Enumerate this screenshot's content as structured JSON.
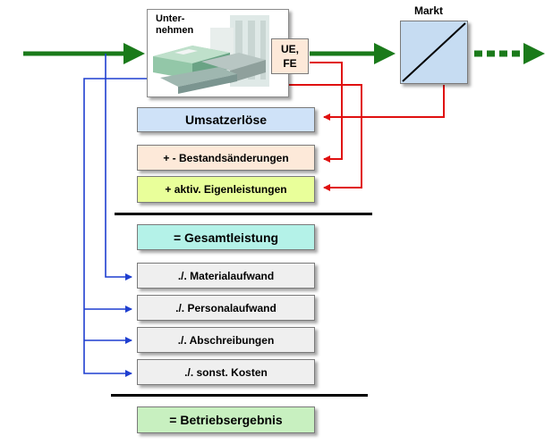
{
  "company": {
    "label_line1": "Unter-",
    "label_line2": "nehmen",
    "uefe_line1": "UE,",
    "uefe_line2": "FE"
  },
  "market": {
    "label": "Markt"
  },
  "rows": {
    "umsatzerloese": "Umsatzerlöse",
    "bestand": "+ - Bestandsänderungen",
    "eigenleistungen": "+  aktiv. Eigenleistungen",
    "gesamtleistung": "= Gesamtleistung",
    "material": "./. Materialaufwand",
    "personal": "./. Personalaufwand",
    "abschreibungen": "./. Abschreibungen",
    "sonstige": "./. sonst. Kosten",
    "betriebsergebnis": "= Betriebsergebnis"
  },
  "colors": {
    "green": "#1a7a1a",
    "blue": "#1f3fd0",
    "red": "#e01010",
    "umsatz_fill": "#cfe2f8",
    "bestand_fill": "#fde9d9",
    "eigen_fill": "#e9ff9a",
    "gesamt_fill": "#b4f2e8",
    "aufwand_fill": "#efefef",
    "ergebnis_fill": "#c8f0c0"
  }
}
